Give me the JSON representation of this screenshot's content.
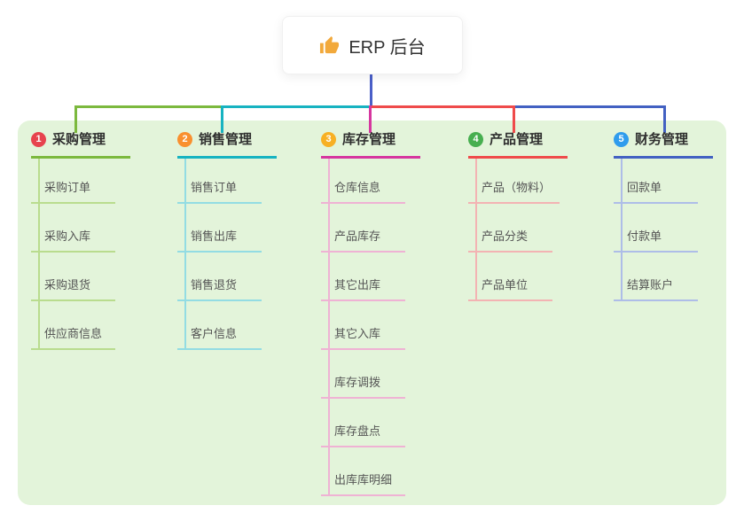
{
  "root": {
    "label": "ERP 后台",
    "icon": "thumbs-up-icon",
    "icon_color": "#f2a93b"
  },
  "colors": {
    "canvas_bg": "#ffffff",
    "panel_bg": "#e3f4da",
    "stem": "#4a5fc8"
  },
  "branches": [
    {
      "number": "1",
      "title": "采购管理",
      "badge_color": "#e7434e",
      "line_color": "#7cb93e",
      "light_color": "#b9dc8e",
      "children": [
        "采购订单",
        "采购入库",
        "采购退货",
        "供应商信息"
      ]
    },
    {
      "number": "2",
      "title": "销售管理",
      "badge_color": "#f9902f",
      "line_color": "#17b3c1",
      "light_color": "#93dce3",
      "children": [
        "销售订单",
        "销售出库",
        "销售退货",
        "客户信息"
      ]
    },
    {
      "number": "3",
      "title": "库存管理",
      "badge_color": "#f7b024",
      "line_color": "#d6369f",
      "light_color": "#efb2d4",
      "children": [
        "仓库信息",
        "产品库存",
        "其它出库",
        "其它入库",
        "库存调拨",
        "库存盘点",
        "出库库明细"
      ]
    },
    {
      "number": "4",
      "title": "产品管理",
      "badge_color": "#47af50",
      "line_color": "#ef4b4b",
      "light_color": "#f3b3b3",
      "children": [
        "产品（物料）",
        "产品分类",
        "产品单位"
      ]
    },
    {
      "number": "5",
      "title": "财务管理",
      "badge_color": "#2f9ced",
      "line_color": "#4361c2",
      "light_color": "#aebde8",
      "children": [
        "回款单",
        "付款单",
        "结算账户"
      ]
    }
  ]
}
